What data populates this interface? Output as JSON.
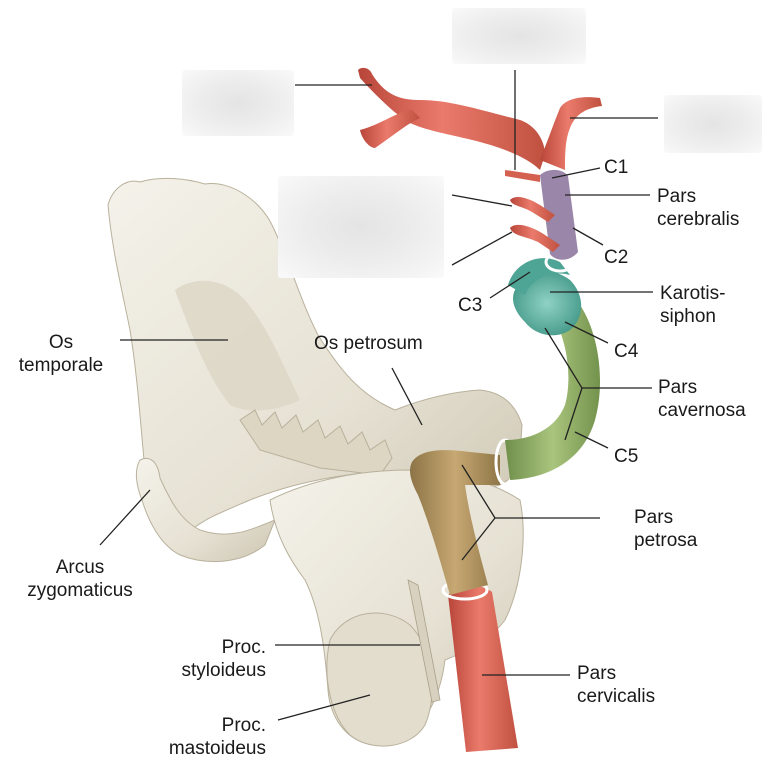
{
  "figure": {
    "colors": {
      "bone": "#ece8dc",
      "bone_shade": "#cfc8b6",
      "artery_red": "#e0685a",
      "artery_dark": "#b94a3e",
      "cerebral_purple": "#9a86a8",
      "siphon_teal": "#5fb3a3",
      "cavernous_green": "#93b36b",
      "petrous_brown": "#b99a63",
      "leader": "#222222",
      "mask": "#ececec"
    },
    "labels": {
      "c1": "C1",
      "pars_cerebralis": [
        "Pars",
        "cerebralis"
      ],
      "c2": "C2",
      "c3": "C3",
      "karotissiphon": [
        "Karotis-",
        "siphon"
      ],
      "c4": "C4",
      "pars_cavernosa": [
        "Pars",
        "cavernosa"
      ],
      "c5": "C5",
      "pars_petrosa": [
        "Pars",
        "petrosa"
      ],
      "pars_cervicalis": [
        "Pars",
        "cervicalis"
      ],
      "os_temporale": [
        "Os",
        "temporale"
      ],
      "os_petrosum": "Os petrosum",
      "arcus_zygomaticus": [
        "Arcus",
        "zygomaticus"
      ],
      "proc_styloideus": [
        "Proc.",
        "styloideus"
      ],
      "proc_mastoideus": [
        "Proc.",
        "mastoideus"
      ]
    },
    "hidden_label_boxes": [
      "top-left",
      "top-center",
      "top-right",
      "mid-left"
    ]
  }
}
